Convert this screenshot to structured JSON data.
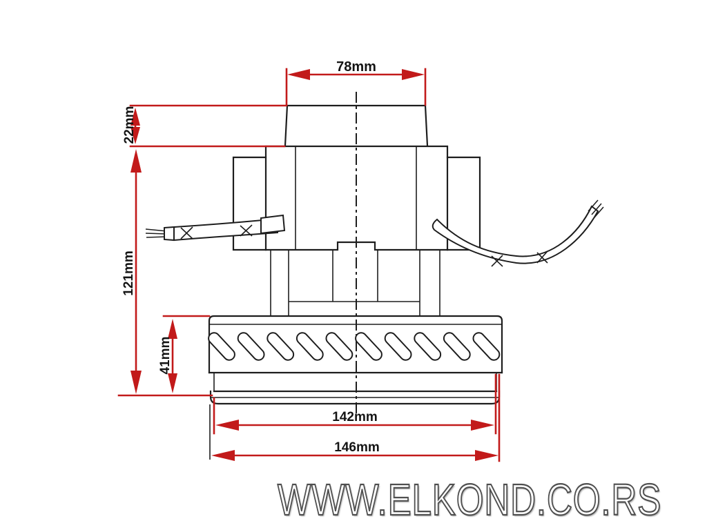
{
  "drawing": {
    "subject": "vacuum-motor-dimensional-drawing",
    "dimensions": {
      "inlet_width": "78mm",
      "inlet_height": "22mm",
      "motor_height": "121mm",
      "fan_height": "41mm",
      "fan_diameter": "142mm",
      "base_diameter": "146mm"
    },
    "colors": {
      "drawing_lines": "#1d1d1d",
      "dimension_lines": "#c21a1a",
      "background": "#ffffff",
      "watermark_fill": "#ffffff",
      "watermark_outline": "#4f4f4f"
    }
  },
  "watermark": {
    "text": "WWW.ELKOND.CO.RS"
  }
}
